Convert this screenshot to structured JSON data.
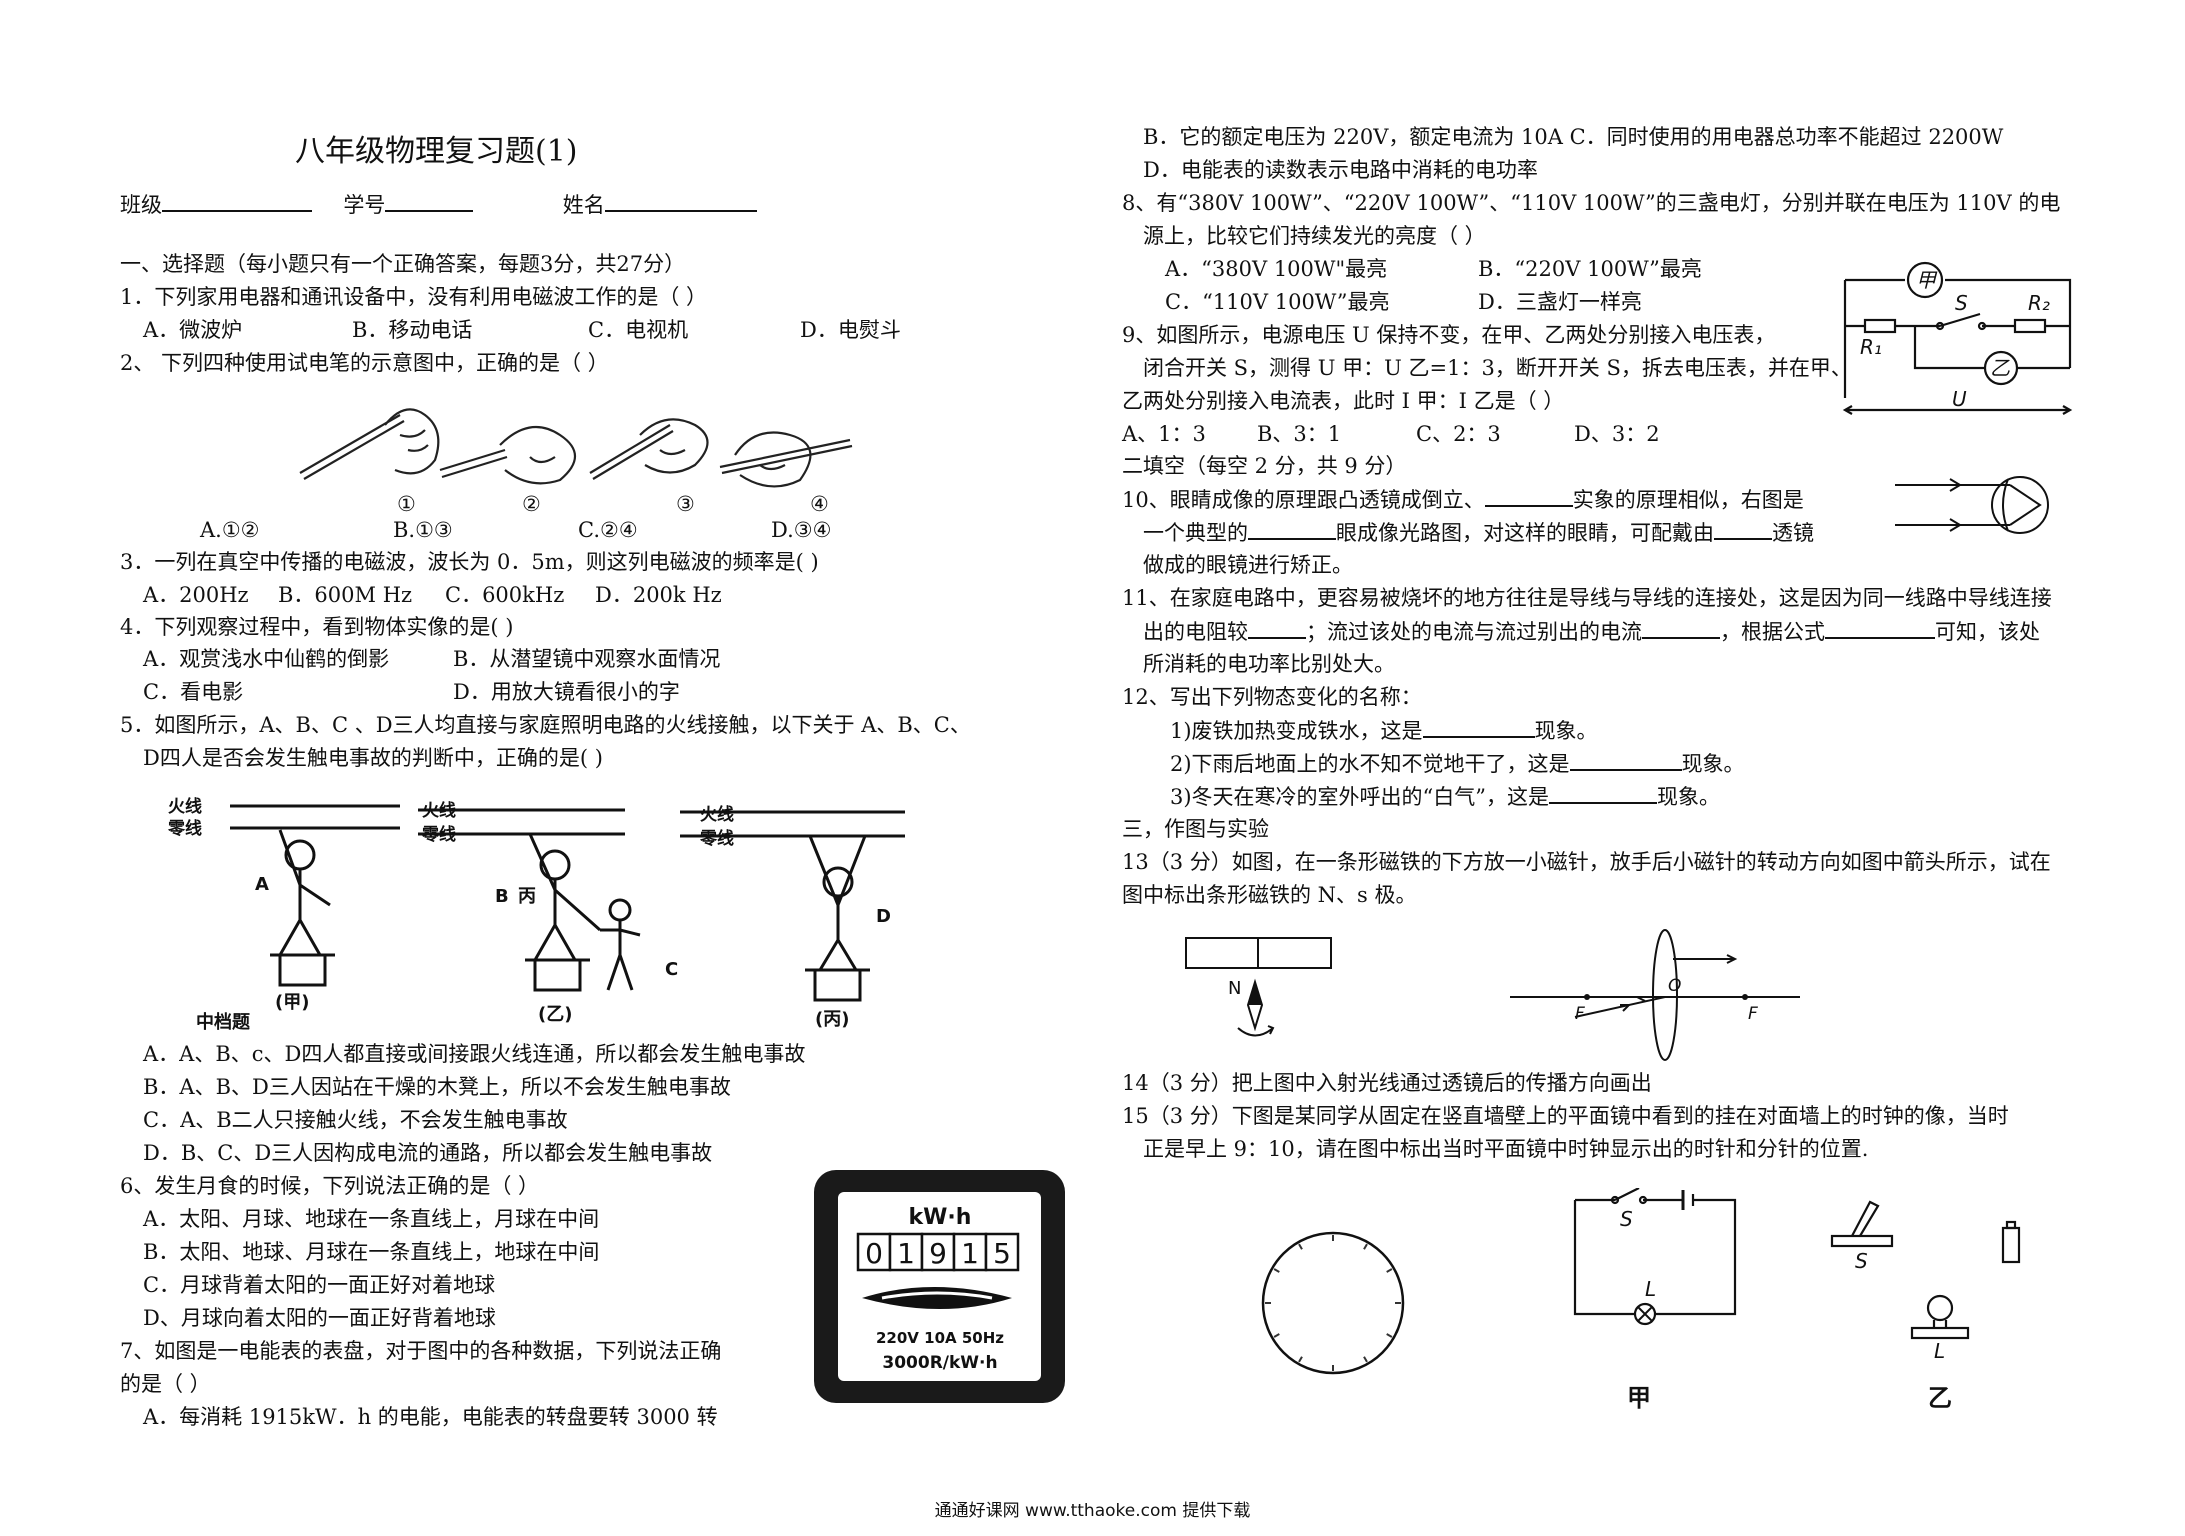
{
  "left": {
    "title": "八年级物理复习题(1)",
    "student_info": {
      "class_label": "班级",
      "id_label": "学号",
      "name_label": "姓名"
    },
    "section1": "一、选择题（每小题只有一个正确答案，每题3分，共27分）",
    "q1": {
      "stem": "1．下列家用电器和通讯设备中，没有利用电磁波工作的是（      ）",
      "opts": [
        "A．微波炉",
        "B．移动电话",
        "C．电视机",
        "D．电熨斗"
      ]
    },
    "q2": {
      "stem": "2、  下列四种使用试电笔的示意图中，正确的是（      ）",
      "nums": [
        "①",
        "②",
        "③",
        "④"
      ],
      "opts": [
        "A.①②",
        "B.①③",
        "C.②④",
        "D.③④"
      ]
    },
    "q3": {
      "stem": "3．一列在真空中传播的电磁波，波长为 0．5m，则这列电磁波的频率是(      )",
      "opts": [
        "A．200Hz",
        "B．600M Hz",
        "C．600kHz",
        "D．200k Hz"
      ]
    },
    "q4": {
      "stem": "4．下列观察过程中，看到物体实像的是(       )",
      "opts": [
        "A．观赏浅水中仙鹤的倒影",
        "B．从潜望镜中观察水面情况",
        "C．看电影",
        "D．用放大镜看很小的字"
      ]
    },
    "q5": {
      "stem1": "5．如图所示，A、B、C 、D三人均直接与家庭照明电路的火线接触，以下关于 A、B、C、",
      "stem2": "D四人是否会发生触电事故的判断中，正确的是(      )",
      "fig": {
        "live": "火线",
        "neutral": "零线",
        "labels": [
          "A",
          "B",
          "丙",
          "C",
          "D"
        ],
        "captions": [
          "(甲)",
          "(乙)",
          "(丙)"
        ],
        "mid": "中档题"
      },
      "opts": [
        "A．A、B、c、D四人都直接或间接跟火线连通，所以都会发生触电事故",
        "B．A、B、D三人因站在干燥的木凳上，所以不会发生触电事故",
        "C．A、B二人只接触火线，不会发生触电事故",
        "D．B、C、D三人因构成电流的通路，所以都会发生触电事故"
      ]
    },
    "q6": {
      "stem": "6、发生月食的时候，下列说法正确的是（       ）",
      "opts": [
        "A．太阳、月球、地球在一条直线上，月球在中间",
        "B．太阳、地球、月球在一条直线上，地球在中间",
        "C．月球背着太阳的一面正好对着地球",
        "D、月球向着太阳的一面正好背着地球"
      ]
    },
    "q7": {
      "stem1": "7、如图是一电能表的表盘，对于图中的各种数据，下列说法正确",
      "stem2": "的是（       ）",
      "optA": "A．每消耗 1915kW．h 的电能，电能表的转盘要转 3000 转",
      "meter": {
        "unit": "kW·h",
        "digits": [
          "0",
          "1",
          "9",
          "1",
          "5"
        ],
        "spec": "220V  10A  50Hz",
        "rev": "3000R/kW·h"
      }
    }
  },
  "right": {
    "q7b": "B．它的额定电压为 220V，额定电流为 10A     C．同时使用的用电器总功率不能超过 2200W",
    "q7d": "D．电能表的读数表示电路中消耗的电功率",
    "q8": {
      "line1": "8、有“380V   100W”、“220V   100W”、“110V   100W”的三盏电灯，分别并联在电压为 110V 的电",
      "line2": "源上，比较它们持续发光的亮度（        ）",
      "optA": "A．“380V   100W\"最亮",
      "optB": "B．“220V 100W”最亮",
      "optC": "C．“110V   100W”最亮",
      "optD": "D．三盏灯一样亮"
    },
    "q9": {
      "line1": "9、如图所示，电源电压 U 保持不变，在甲、乙两处分别接入电压表，",
      "line2": "闭合开关 S，测得 U 甲：U 乙=1：3，断开开关 S，拆去电压表，并在甲、",
      "line3": "乙两处分别接入电流表，此时 I 甲：I 乙是（        ）",
      "opts": [
        "A、1：3",
        "B、3：1",
        "C、2：3",
        "D、3：2"
      ],
      "fig": {
        "jia": "甲",
        "yi": "乙",
        "s": "S",
        "r1": "R₁",
        "r2": "R₂",
        "u": "U"
      }
    },
    "section2": "二填空（每空 2 分，共 9 分）",
    "q10": {
      "line1": "10、眼睛成像的原理跟凸透镜成倒立、",
      "line1b": "实象的原理相似，右图是",
      "line2a": "一个典型的",
      "line2b": "眼成像光路图，对这样的眼睛，可配戴由",
      "line2c": "透镜",
      "line3": "做成的眼镜进行矫正。"
    },
    "q11": {
      "line1": "11、在家庭电路中，更容易被烧坏的地方往往是导线与导线的连接处，这是因为同一线路中导线连接",
      "line2a": "出的电阻较",
      "line2b": "；流过该处的电流与流过别出的电流",
      "line2c": "，根据公式",
      "line2d": "可知，该处",
      "line3": "所消耗的电功率比别处大。"
    },
    "q12": {
      "stem": "12、写出下列物态变化的名称：",
      "items": [
        {
          "pre": "1)废铁加热变成铁水，这是",
          "post": "现象。"
        },
        {
          "pre": "2)下雨后地面上的水不知不觉地干了，这是",
          "post": "现象。"
        },
        {
          "pre": "3)冬天在寒冷的室外呼出的“白气”，这是",
          "post": "现象。"
        }
      ]
    },
    "section3": "三，作图与实验",
    "q13": {
      "line1": "13（3 分）如图，在一条形磁铁的下方放一小磁针，放手后小磁针的转动方向如图中箭头所示，试在",
      "line2": "图中标出条形磁铁的 N、s 极。",
      "n": "N"
    },
    "lens": {
      "f": "F",
      "o": "O"
    },
    "q14": "14（3 分）把上图中入射光线通过透镜后的传播方向画出",
    "q15": {
      "line1": "15（3 分）下图是某同学从固定在竖直墙壁上的平面镜中看到的挂在对面墙上的时钟的像，当时",
      "line2": "正是早上 9：10，请在图中标出当时平面镜中时钟显示出的时针和分针的位置."
    },
    "circuit": {
      "s": "S",
      "l": "L",
      "jia": "甲",
      "yi": "乙"
    }
  },
  "footer": "通通好课网  www.tthaoke.com  提供下载"
}
